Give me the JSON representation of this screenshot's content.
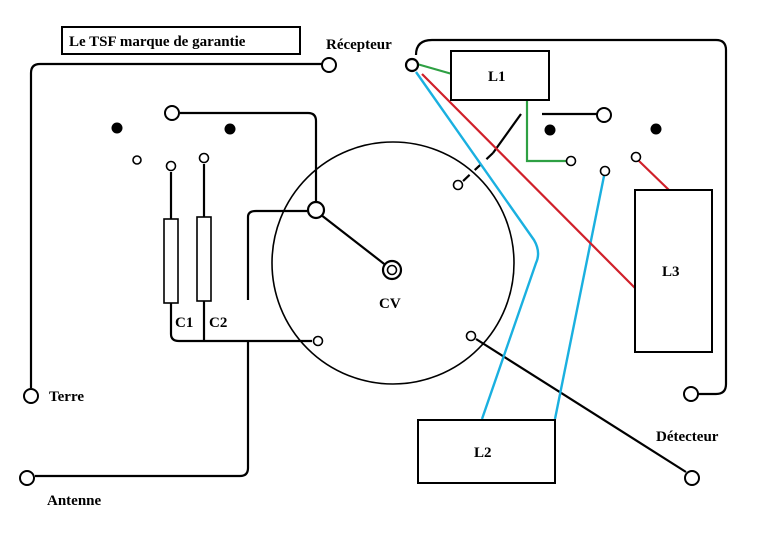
{
  "title": "Le TSF marque de garantie",
  "terminals": {
    "recepteur": "Récepteur",
    "terre": "Terre",
    "antenne": "Antenne",
    "detecteur": "Détecteur"
  },
  "components": {
    "l1": "L1",
    "l2": "L2",
    "l3": "L3",
    "cv": "CV",
    "c1": "C1",
    "c2": "C2"
  },
  "colors": {
    "black": "#000000",
    "green": "#2ea043",
    "cyan": "#1ab0e0",
    "red": "#d0202a"
  }
}
